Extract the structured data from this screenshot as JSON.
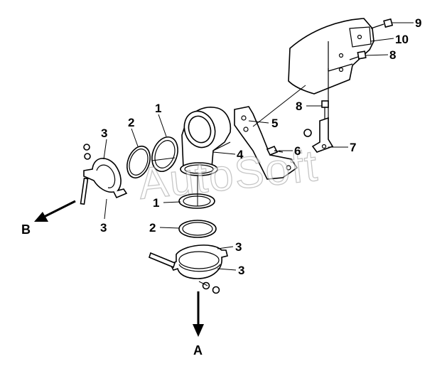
{
  "diagram": {
    "watermark": "AutoSoft",
    "callouts": [
      {
        "id": "c9a",
        "label": "9"
      },
      {
        "id": "c10",
        "label": "10"
      },
      {
        "id": "c8a",
        "label": "8"
      },
      {
        "id": "c8b",
        "label": "8"
      },
      {
        "id": "c5",
        "label": "5"
      },
      {
        "id": "c6",
        "label": "6"
      },
      {
        "id": "c7",
        "label": "7"
      },
      {
        "id": "c4",
        "label": "4"
      },
      {
        "id": "c1a",
        "label": "1"
      },
      {
        "id": "c1b",
        "label": "1"
      },
      {
        "id": "c2a",
        "label": "2"
      },
      {
        "id": "c2b",
        "label": "2"
      },
      {
        "id": "c3a",
        "label": "3"
      },
      {
        "id": "c3b",
        "label": "3"
      },
      {
        "id": "c3c",
        "label": "3"
      },
      {
        "id": "c3d",
        "label": "3"
      }
    ],
    "directions": {
      "a": "A",
      "b": "B"
    }
  }
}
